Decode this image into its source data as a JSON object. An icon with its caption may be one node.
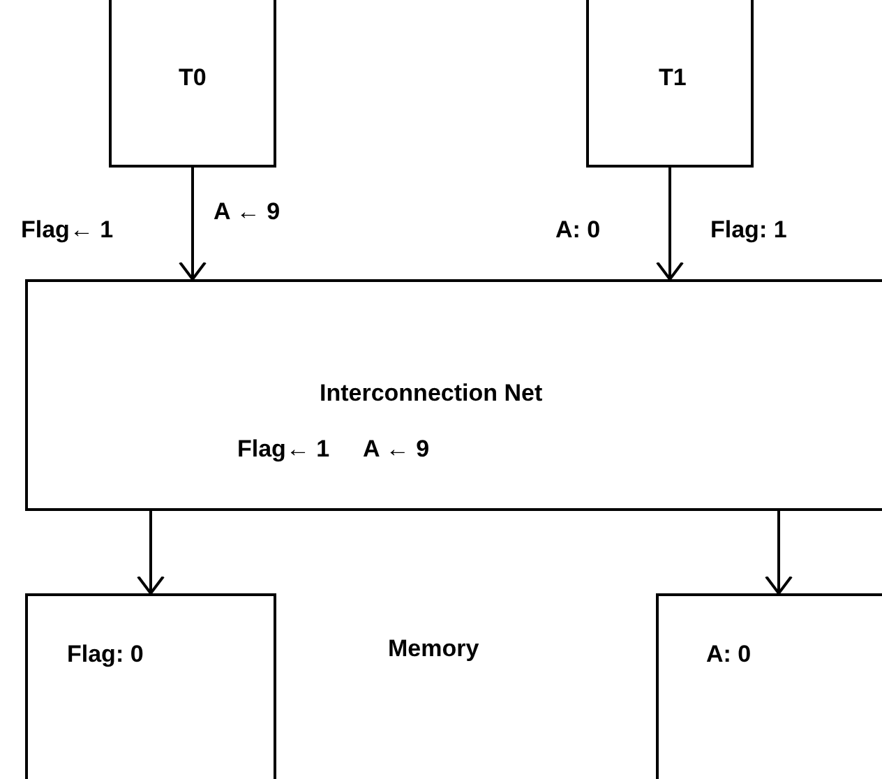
{
  "diagram": {
    "nodes": [
      {
        "text": [
          "T0"
        ]
      },
      {
        "text": [
          "T1"
        ]
      },
      {
        "text": [
          "Interconnection Net",
          "Flag← 1",
          "A ← 9"
        ]
      },
      {
        "text": [
          "Flag: 0"
        ]
      },
      {
        "text": [
          "A: 0"
        ]
      }
    ],
    "edges": [
      {
        "from": 0,
        "to": 2,
        "arrow": "to"
      },
      {
        "from": 1,
        "to": 2,
        "arrow": "to"
      },
      {
        "from": 2,
        "to": 3,
        "arrow": "to"
      },
      {
        "from": 2,
        "to": 4,
        "arrow": "to"
      }
    ],
    "labels": [
      "Flag← 1",
      "A ← 9",
      "A: 0",
      "Flag: 1",
      "Memory"
    ]
  }
}
